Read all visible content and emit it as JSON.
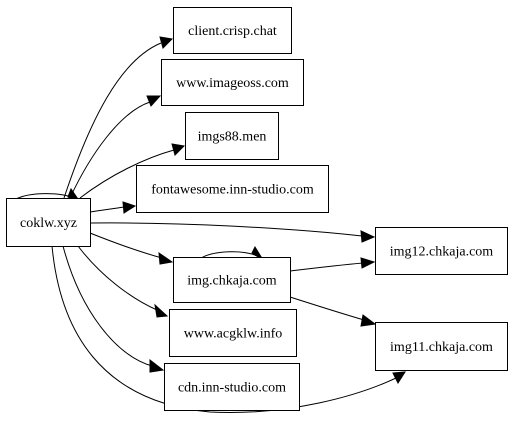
{
  "nodes": [
    {
      "id": "cokl",
      "label": "coklw.xyz"
    },
    {
      "id": "crisp",
      "label": "client.crisp.chat"
    },
    {
      "id": "imageoss",
      "label": "www.imageoss.com"
    },
    {
      "id": "imgs88",
      "label": "imgs88.men"
    },
    {
      "id": "fontawesome",
      "label": "fontawesome.inn-studio.com"
    },
    {
      "id": "imgchkaja",
      "label": "img.chkaja.com"
    },
    {
      "id": "acgklw",
      "label": "www.acgklw.info"
    },
    {
      "id": "cdninn",
      "label": "cdn.inn-studio.com"
    },
    {
      "id": "img12",
      "label": "img12.chkaja.com"
    },
    {
      "id": "img11",
      "label": "img11.chkaja.com"
    }
  ],
  "edges": [
    {
      "from": "cokl",
      "to": "cokl"
    },
    {
      "from": "cokl",
      "to": "crisp"
    },
    {
      "from": "cokl",
      "to": "imageoss"
    },
    {
      "from": "cokl",
      "to": "imgs88"
    },
    {
      "from": "cokl",
      "to": "fontawesome"
    },
    {
      "from": "cokl",
      "to": "imgchkaja"
    },
    {
      "from": "cokl",
      "to": "acgklw"
    },
    {
      "from": "cokl",
      "to": "cdninn"
    },
    {
      "from": "cokl",
      "to": "img12"
    },
    {
      "from": "cokl",
      "to": "img11"
    },
    {
      "from": "imgchkaja",
      "to": "imgchkaja"
    },
    {
      "from": "imgchkaja",
      "to": "img12"
    },
    {
      "from": "imgchkaja",
      "to": "img11"
    }
  ]
}
